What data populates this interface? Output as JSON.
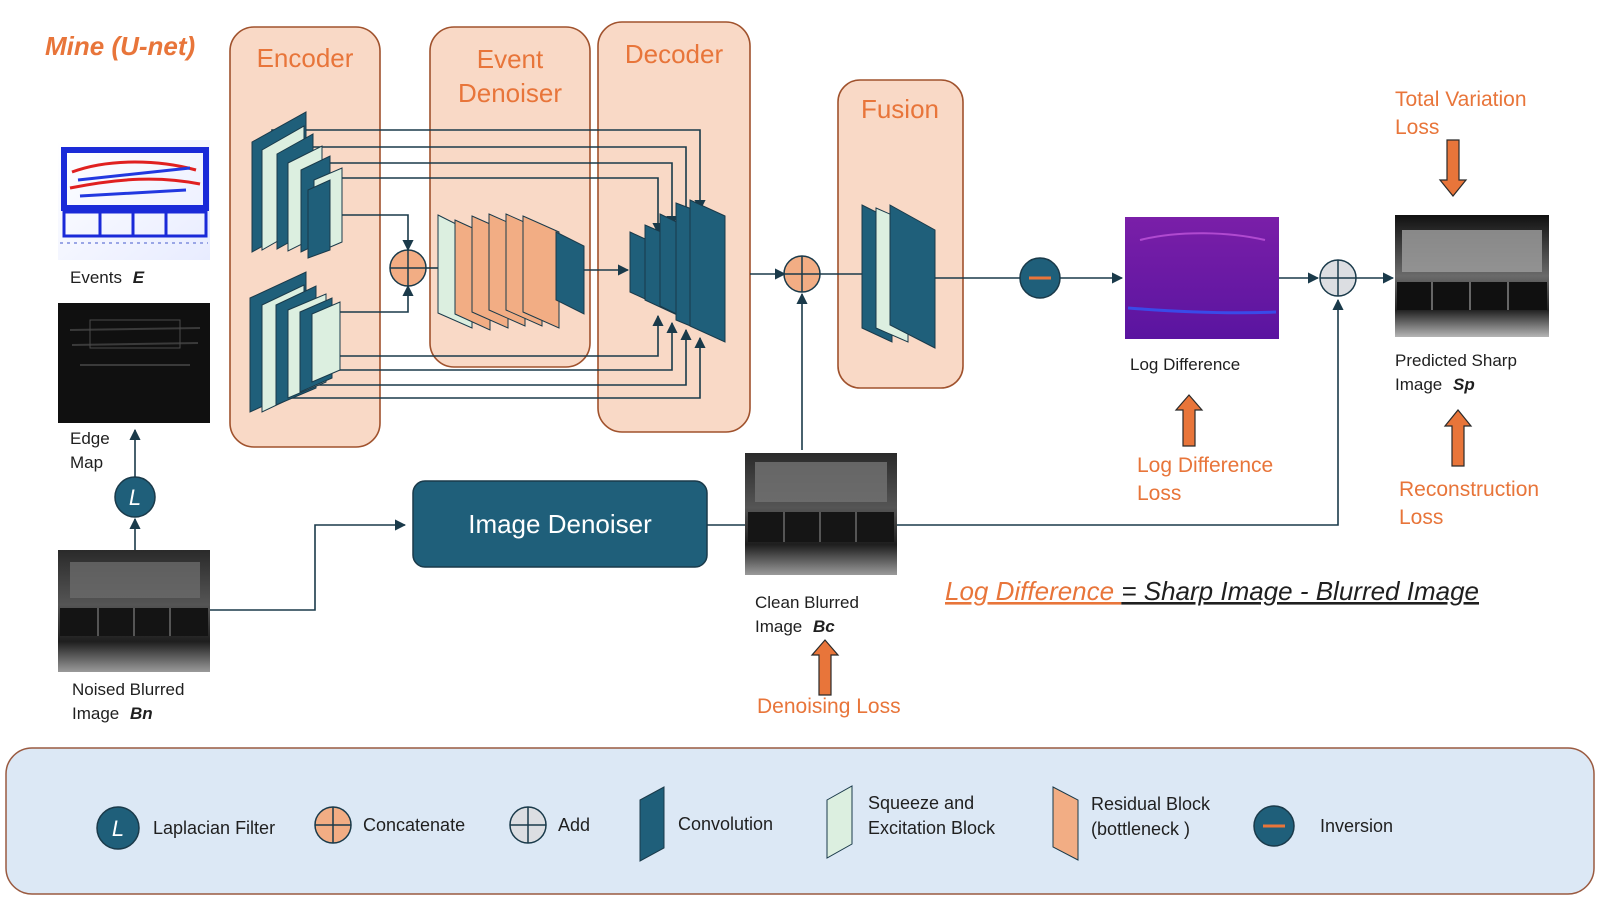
{
  "title": "Mine (U-net)",
  "stages": {
    "encoder": "Encoder",
    "event_denoiser_line1": "Event",
    "event_denoiser_line2": "Denoiser",
    "decoder": "Decoder",
    "fusion": "Fusion"
  },
  "image_denoiser": "Image Denoiser",
  "images": {
    "events_label": "Events",
    "events_var": "E",
    "edge_line1": "Edge",
    "edge_line2": "Map",
    "noised_line1": "Noised Blurred",
    "noised_line2": "Image",
    "noised_var": "Bn",
    "clean_line1": "Clean Blurred",
    "clean_line2": "Image",
    "clean_var": "Bc",
    "logdiff_label": "Log Difference",
    "pred_line1": "Predicted Sharp",
    "pred_line2": "Image",
    "pred_var": "Sp"
  },
  "losses": {
    "tv_line1": "Total Variation",
    "tv_line2": "Loss",
    "logdiff_line1": "Log Difference",
    "logdiff_line2": "Loss",
    "recon_line1": "Reconstruction",
    "recon_line2": "Loss",
    "denoising": "Denoising Loss"
  },
  "equation": {
    "lhs": "Log Difference ",
    "rhs": "= Sharp Image - Blurred Image"
  },
  "laplacian_symbol": "L",
  "legend": {
    "laplacian": "Laplacian Filter",
    "concatenate": "Concatenate",
    "add": "Add",
    "convolution": "Convolution",
    "se_line1": "Squeeze and",
    "se_line2": "Excitation Block",
    "res_line1": "Residual Block",
    "res_line2": "(bottleneck )",
    "inversion": "Inversion"
  },
  "colors": {
    "accent_orange": "#e8753a",
    "conv_teal": "#1f5f7a",
    "se_green": "#dcefe0",
    "residual_peach": "#f2ad84",
    "stage_box": "#f9d9c6",
    "legend_bg": "#dce8f5"
  },
  "icons": {
    "concatenate": "circle-plus-peach",
    "add": "circle-plus-gray",
    "inversion": "circle-minus-teal",
    "laplacian": "circle-L-teal"
  }
}
